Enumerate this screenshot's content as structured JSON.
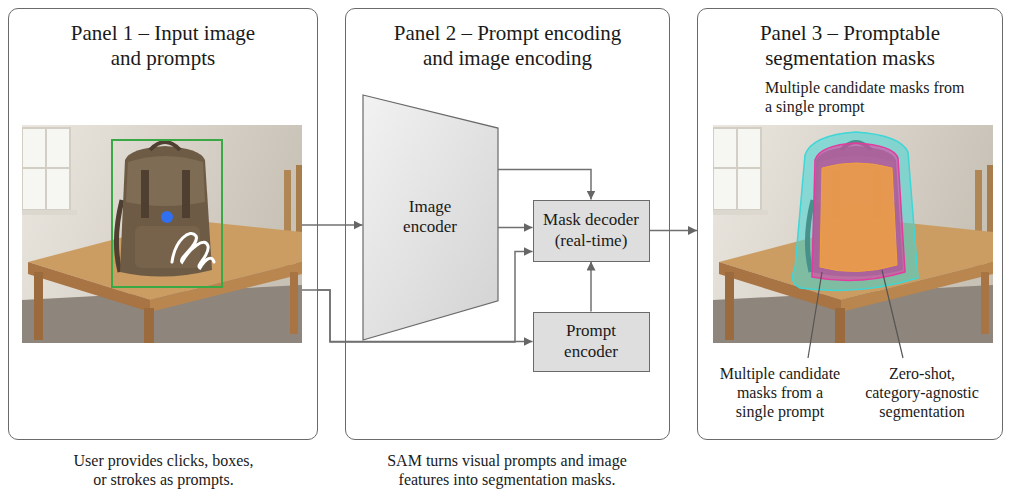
{
  "diagram": {
    "nodes": [
      {
        "text": [
          "Panel 1 – Input image and prompts"
        ]
      },
      {
        "text": [
          "Panel 2 – Prompt encoding and image encoding"
        ]
      },
      {
        "text": [
          "Image encoder"
        ],
        "in": 1
      },
      {
        "text": [
          "Mask decoder (real-time)"
        ],
        "in": 1
      },
      {
        "text": [
          "Prompt encoder"
        ],
        "in": 1
      },
      {
        "text": [
          "Panel 3 – Promptable segmentation masks"
        ]
      }
    ],
    "edges": [
      {
        "from": 0,
        "to": 2,
        "arrow": "to"
      },
      {
        "from": 0,
        "to": 4,
        "arrow": "to"
      },
      {
        "from": 0,
        "to": 3,
        "arrow": "to"
      },
      {
        "from": 2,
        "to": 3,
        "arrow": "to"
      },
      {
        "from": 2,
        "to": 3,
        "arrow": "to"
      },
      {
        "from": 4,
        "to": 3,
        "arrow": "to"
      },
      {
        "from": 3,
        "to": 5,
        "arrow": "to"
      }
    ],
    "labels": [
      "User provides clicks, boxes, or strokes as prompts.",
      "SAM turns visual prompts and image features into segmentation masks.",
      "Multiple candidate masks from a single prompt",
      "Multiple candidate masks from a single prompt",
      "Zero-shot, category-agnostic segmentation"
    ]
  }
}
